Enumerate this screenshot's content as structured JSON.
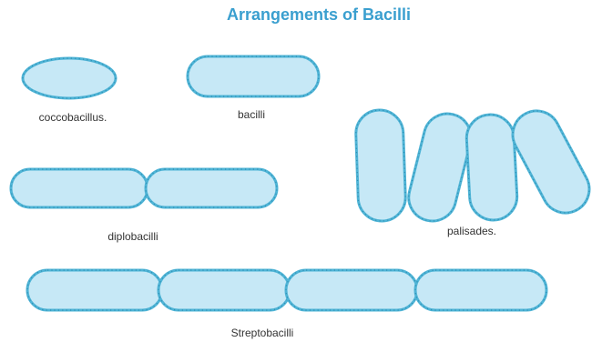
{
  "title": "Arrangements of Bacilli",
  "labels": {
    "coccobacillus": "coccobacillus.",
    "bacilli": "bacilli",
    "diplobacilli": "diplobacilli",
    "palisades": "palisades.",
    "streptobacilli": "Streptobacilli"
  },
  "colors": {
    "title": "#3a9fcf",
    "cell_fill": "#c6e8f6",
    "cell_outline": "#4fb4d6"
  }
}
